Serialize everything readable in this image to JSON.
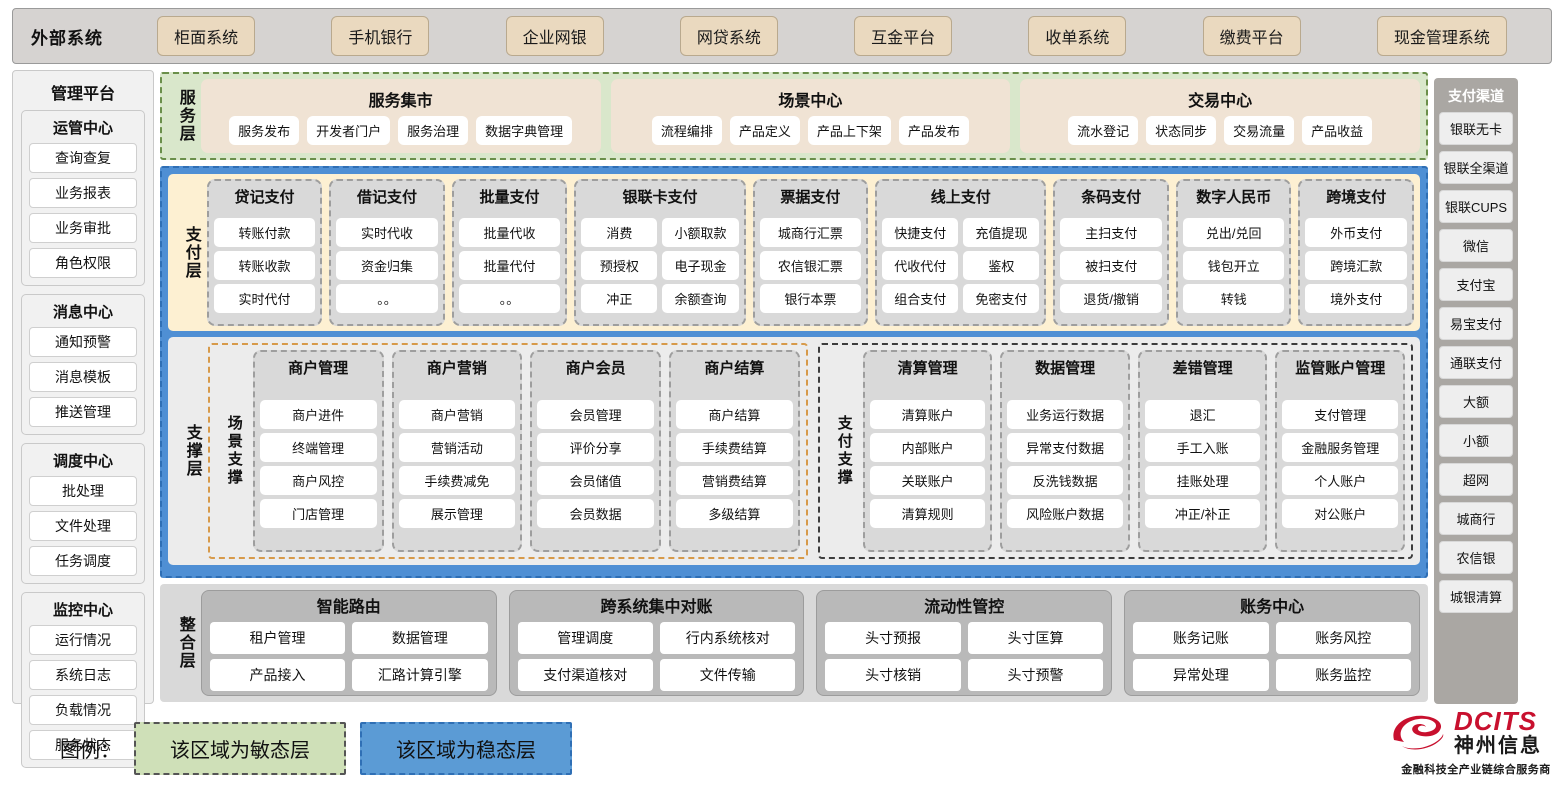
{
  "external": {
    "title": "外部系统",
    "items": [
      "柜面系统",
      "手机银行",
      "企业网银",
      "网贷系统",
      "互金平台",
      "收单系统",
      "缴费平台",
      "现金管理系统"
    ]
  },
  "management": {
    "title": "管理平台",
    "groups": [
      {
        "title": "运管中心",
        "items": [
          "查询查复",
          "业务报表",
          "业务审批",
          "角色权限"
        ]
      },
      {
        "title": "消息中心",
        "items": [
          "通知预警",
          "消息模板",
          "推送管理"
        ]
      },
      {
        "title": "调度中心",
        "items": [
          "批处理",
          "文件处理",
          "任务调度"
        ]
      },
      {
        "title": "监控中心",
        "items": [
          "运行情况",
          "系统日志",
          "负载情况",
          "服务状态"
        ]
      }
    ]
  },
  "channels": {
    "title": "支付渠道",
    "items": [
      "银联无卡",
      "银联全渠道",
      "银联CUPS",
      "微信",
      "支付宝",
      "易宝支付",
      "通联支付",
      "大额",
      "小额",
      "超网",
      "城商行",
      "农信银",
      "城银清算"
    ]
  },
  "service_layer": {
    "label": "服务层",
    "groups": [
      {
        "title": "服务集市",
        "items": [
          "服务发布",
          "开发者门户",
          "服务治理",
          "数据字典管理"
        ]
      },
      {
        "title": "场景中心",
        "items": [
          "流程编排",
          "产品定义",
          "产品上下架",
          "产品发布"
        ]
      },
      {
        "title": "交易中心",
        "items": [
          "流水登记",
          "状态同步",
          "交易流量",
          "产品收益"
        ]
      }
    ]
  },
  "payment_layer": {
    "label": "支付层",
    "groups": [
      {
        "title": "贷记支付",
        "cols": 1,
        "rows": [
          [
            "转账付款"
          ],
          [
            "转账收款"
          ],
          [
            "实时代付"
          ]
        ]
      },
      {
        "title": "借记支付",
        "cols": 1,
        "rows": [
          [
            "实时代收"
          ],
          [
            "资金归集"
          ],
          [
            "。。"
          ]
        ]
      },
      {
        "title": "批量支付",
        "cols": 1,
        "rows": [
          [
            "批量代收"
          ],
          [
            "批量代付"
          ],
          [
            "。。"
          ]
        ]
      },
      {
        "title": "银联卡支付",
        "cols": 2,
        "rows": [
          [
            "消费",
            "小额取款"
          ],
          [
            "预授权",
            "电子现金"
          ],
          [
            "冲正",
            "余额查询"
          ]
        ]
      },
      {
        "title": "票据支付",
        "cols": 1,
        "rows": [
          [
            "城商行汇票"
          ],
          [
            "农信银汇票"
          ],
          [
            "银行本票"
          ]
        ]
      },
      {
        "title": "线上支付",
        "cols": 2,
        "rows": [
          [
            "快捷支付",
            "充值提现"
          ],
          [
            "代收代付",
            "鉴权"
          ],
          [
            "组合支付",
            "免密支付"
          ]
        ]
      },
      {
        "title": "条码支付",
        "cols": 1,
        "rows": [
          [
            "主扫支付"
          ],
          [
            "被扫支付"
          ],
          [
            "退货/撤销"
          ]
        ]
      },
      {
        "title": "数字人民币",
        "cols": 1,
        "rows": [
          [
            "兑出/兑回"
          ],
          [
            "钱包开立"
          ],
          [
            "转钱"
          ]
        ]
      },
      {
        "title": "跨境支付",
        "cols": 1,
        "rows": [
          [
            "外币支付"
          ],
          [
            "跨境汇款"
          ],
          [
            "境外支付"
          ]
        ]
      }
    ]
  },
  "support_layer": {
    "label": "支撑层",
    "scene": {
      "label": "场景支撑",
      "groups": [
        {
          "title": "商户管理",
          "items": [
            "商户进件",
            "终端管理",
            "商户风控",
            "门店管理"
          ]
        },
        {
          "title": "商户营销",
          "items": [
            "商户营销",
            "营销活动",
            "手续费减免",
            "展示管理"
          ]
        },
        {
          "title": "商户会员",
          "items": [
            "会员管理",
            "评价分享",
            "会员储值",
            "会员数据"
          ]
        },
        {
          "title": "商户结算",
          "items": [
            "商户结算",
            "手续费结算",
            "营销费结算",
            "多级结算"
          ]
        }
      ]
    },
    "paysupport": {
      "label": "支付支撑",
      "groups": [
        {
          "title": "清算管理",
          "items": [
            "清算账户",
            "内部账户",
            "关联账户",
            "清算规则"
          ]
        },
        {
          "title": "数据管理",
          "items": [
            "业务运行数据",
            "异常支付数据",
            "反洗钱数据",
            "风险账户数据"
          ]
        },
        {
          "title": "差错管理",
          "items": [
            "退汇",
            "手工入账",
            "挂账处理",
            "冲正/补正"
          ]
        },
        {
          "title": "监管账户管理",
          "items": [
            "支付管理",
            "金融服务管理",
            "个人账户",
            "对公账户"
          ]
        }
      ]
    }
  },
  "integration_layer": {
    "label": "整合层",
    "groups": [
      {
        "title": "智能路由",
        "rows": [
          [
            "租户管理",
            "数据管理"
          ],
          [
            "产品接入",
            "汇路计算引擎"
          ]
        ]
      },
      {
        "title": "跨系统集中对账",
        "rows": [
          [
            "管理调度",
            "行内系统核对"
          ],
          [
            "支付渠道核对",
            "文件传输"
          ]
        ]
      },
      {
        "title": "流动性管控",
        "rows": [
          [
            "头寸预报",
            "头寸匡算"
          ],
          [
            "头寸核销",
            "头寸预警"
          ]
        ]
      },
      {
        "title": "账务中心",
        "rows": [
          [
            "账务记账",
            "账务风控"
          ],
          [
            "异常处理",
            "账务监控"
          ]
        ]
      }
    ]
  },
  "legend": {
    "label": "图例：",
    "agile": "该区域为敏态层",
    "stable": "该区域为稳态层",
    "agile_color": "#cfe0b8",
    "stable_color": "#5b9bd5"
  },
  "logo": {
    "brand": "DCITS",
    "brand_cn": "神州信息",
    "tagline": "金融科技全产业链综合服务商",
    "brand_color": "#c8102e"
  }
}
